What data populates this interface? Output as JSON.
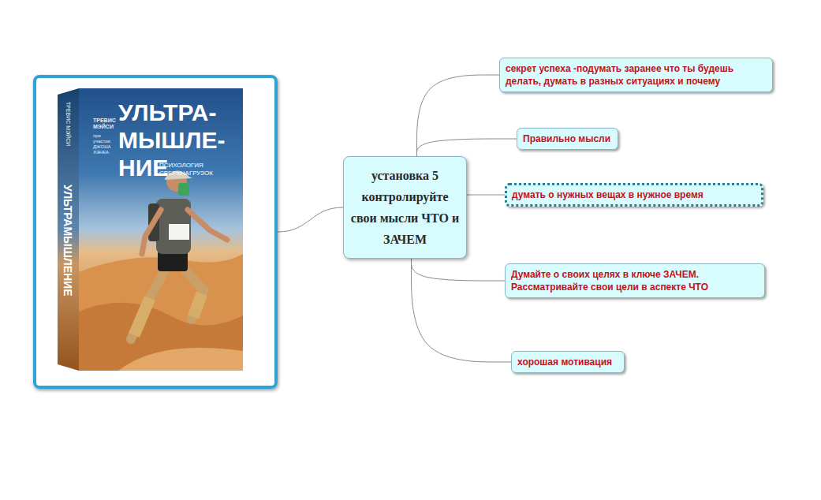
{
  "diagram": {
    "nodes": [
      {
        "text": [
          "ТРЕВИС МЭЙСИ",
          "при участии ДЖОНА ХЭНКА",
          "УЛЬТРА- МЫШЛЕ- НИЕ",
          "ПСИХОЛОГИЯ СВЕРХНАГРУЗОК",
          "ТРЕВИС МЭЙСИ",
          "УЛЬТРАМЫШЛЕНИЕ"
        ]
      },
      {
        "text": [
          "установка 5 контролируйте свои мысли ЧТО и ЗАЧЕМ"
        ]
      },
      {
        "text": [
          "секрет успеха -подумать заранее что ты будешь делать, думать в разных ситуациях и почему"
        ]
      },
      {
        "text": [
          "Правильно мысли"
        ]
      },
      {
        "text": [
          "думать о нужных вещах в нужное время"
        ]
      },
      {
        "text": [
          "Думайте о своих целях в ключе ЗАЧЕМ. Рассматривайте свои цели в аспекте ЧТО"
        ]
      },
      {
        "text": [
          "хорошая мотивация"
        ]
      }
    ],
    "edges": [
      {
        "from": 0,
        "to": 1,
        "arrow": "none"
      },
      {
        "from": 1,
        "to": 2,
        "arrow": "none"
      },
      {
        "from": 1,
        "to": 3,
        "arrow": "none"
      },
      {
        "from": 1,
        "to": 4,
        "arrow": "none"
      },
      {
        "from": 1,
        "to": 5,
        "arrow": "none"
      },
      {
        "from": 1,
        "to": 6,
        "arrow": "none"
      }
    ]
  }
}
